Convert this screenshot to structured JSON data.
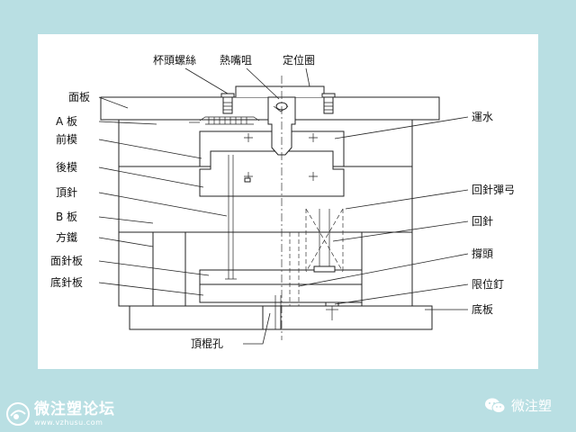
{
  "diagram": {
    "labels": {
      "cup_head_screw": "杯頭螺絲",
      "sprue_bushing": "熱嘴咀",
      "locating_ring": "定位圈",
      "top_clamp_plate": "面板",
      "a_plate": "A 板",
      "cavity": "前模",
      "core": "後模",
      "ejector_pin": "頂針",
      "b_plate": "B 板",
      "spacer_block": "方鐵",
      "ejector_retainer_plate": "面針板",
      "ejector_plate": "底針板",
      "cooling_water": "運水",
      "return_pin_spring": "回針彈弓",
      "return_pin": "回針",
      "support_pillar": "撐頭",
      "stop_pin": "限位釘",
      "bottom_clamp_plate": "底板",
      "ejector_rod_hole": "頂棍孔"
    }
  },
  "watermarks": {
    "left_title": "微注塑论坛",
    "left_url": "www.vzhusu.com",
    "right_title": "微注塑"
  }
}
